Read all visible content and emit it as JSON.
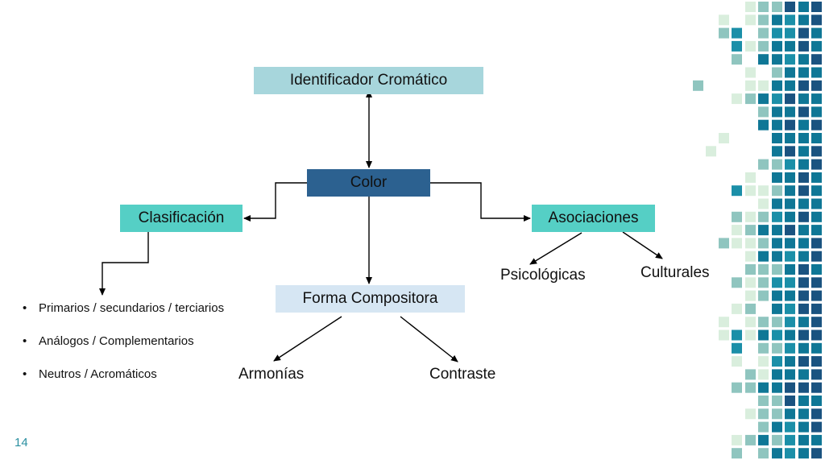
{
  "nodes": {
    "identificador": "Identificador Cromático",
    "color": "Color",
    "clasificacion": "Clasificación",
    "asociaciones": "Asociaciones",
    "forma": "Forma Compositora"
  },
  "labels": {
    "psicologicas": "Psicológicas",
    "culturales": "Culturales",
    "armonias": "Armonías",
    "contraste": "Contraste"
  },
  "bullets": [
    "Primarios / secundarios / terciarios",
    "Análogos / Complementarios",
    "Neutros / Acromáticos"
  ],
  "bullet_char": "•",
  "page_number": "14",
  "colors": {
    "identificador": "#a7d6dc",
    "color": "#2c6190",
    "teal_box": "#55cfc5",
    "forma": "#d6e6f3",
    "mosaic": [
      "#d9eedd",
      "#8fc5bf",
      "#1b8fa8",
      "#0f7796",
      "#1a5380"
    ]
  }
}
